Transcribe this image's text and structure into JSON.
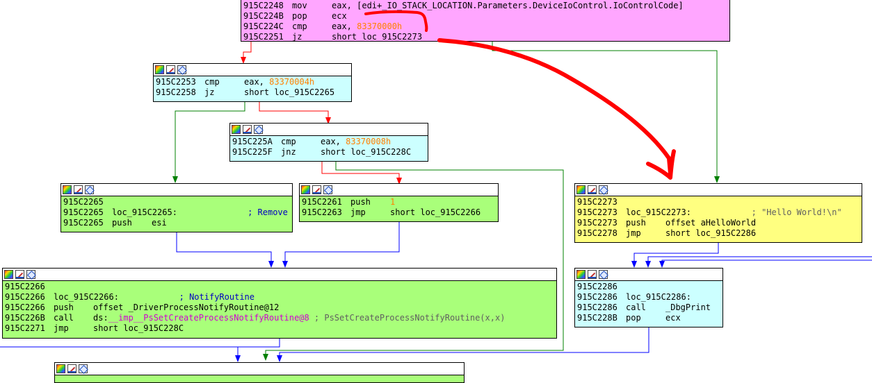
{
  "nodes": {
    "n_top": {
      "lines": [
        {
          "addr": "915C2248",
          "mn": "mov",
          "ops": [
            {
              "t": "eax, [edi+_IO_STACK_LOCATION.Parameters.DeviceIoControl.IoControlCode]",
              "c": ""
            }
          ]
        },
        {
          "addr": "915C224B",
          "mn": "pop",
          "ops": [
            {
              "t": "ecx",
              "c": ""
            }
          ]
        },
        {
          "addr": "915C224C",
          "mn": "cmp",
          "ops": [
            {
              "t": "eax, ",
              "c": ""
            },
            {
              "t": "83370000h",
              "c": "orange"
            }
          ]
        },
        {
          "addr": "915C2251",
          "mn": "jz",
          "ops": [
            {
              "t": "short loc_915C2273",
              "c": ""
            }
          ]
        }
      ]
    },
    "n_2253": {
      "lines": [
        {
          "addr": "915C2253",
          "mn": "cmp",
          "ops": [
            {
              "t": "eax, ",
              "c": ""
            },
            {
              "t": "83370004h",
              "c": "orange"
            }
          ]
        },
        {
          "addr": "915C2258",
          "mn": "jz",
          "ops": [
            {
              "t": "short loc_915C2265",
              "c": ""
            }
          ]
        }
      ]
    },
    "n_225A": {
      "lines": [
        {
          "addr": "915C225A",
          "mn": "cmp",
          "ops": [
            {
              "t": "eax, ",
              "c": ""
            },
            {
              "t": "83370008h",
              "c": "orange"
            }
          ]
        },
        {
          "addr": "915C225F",
          "mn": "jnz",
          "ops": [
            {
              "t": "short loc_915C228C",
              "c": ""
            }
          ]
        }
      ]
    },
    "n_2265": {
      "lines": [
        {
          "addr": "915C2265",
          "mn": "",
          "ops": []
        },
        {
          "addr": "915C2265",
          "mn": "loc_915C2265:",
          "ops": [
            {
              "t": "              ",
              "c": ""
            },
            {
              "t": "; Remove",
              "c": "blue"
            }
          ]
        },
        {
          "addr": "915C2265",
          "mn": "push",
          "ops": [
            {
              "t": "esi",
              "c": ""
            }
          ]
        }
      ]
    },
    "n_2261": {
      "lines": [
        {
          "addr": "915C2261",
          "mn": "push",
          "ops": [
            {
              "t": "1",
              "c": "orange"
            }
          ]
        },
        {
          "addr": "915C2263",
          "mn": "jmp",
          "ops": [
            {
              "t": "short loc_915C2266",
              "c": ""
            }
          ]
        }
      ]
    },
    "n_2273": {
      "lines": [
        {
          "addr": "915C2273",
          "mn": "",
          "ops": []
        },
        {
          "addr": "915C2273",
          "mn": "loc_915C2273:",
          "ops": [
            {
              "t": "            ",
              "c": ""
            },
            {
              "t": "; \"Hello World!\\n\"",
              "c": "gray"
            }
          ]
        },
        {
          "addr": "915C2273",
          "mn": "push",
          "ops": [
            {
              "t": "offset aHelloWorld",
              "c": ""
            }
          ]
        },
        {
          "addr": "915C2278",
          "mn": "jmp",
          "ops": [
            {
              "t": "short loc_915C2286",
              "c": ""
            }
          ]
        }
      ]
    },
    "n_2266": {
      "lines": [
        {
          "addr": "915C2266",
          "mn": "",
          "ops": []
        },
        {
          "addr": "915C2266",
          "mn": "loc_915C2266:",
          "ops": [
            {
              "t": "            ",
              "c": ""
            },
            {
              "t": "; NotifyRoutine",
              "c": "blue"
            }
          ]
        },
        {
          "addr": "915C2266",
          "mn": "push",
          "ops": [
            {
              "t": "offset _DriverProcessNotifyRoutine@12",
              "c": ""
            }
          ]
        },
        {
          "addr": "915C226B",
          "mn": "call",
          "ops": [
            {
              "t": "ds:",
              "c": ""
            },
            {
              "t": "__imp__PsSetCreateProcessNotifyRoutine@8",
              "c": "mag"
            },
            {
              "t": " ; PsSetCreateProcessNotifyRoutine(x,x)",
              "c": "gray"
            }
          ]
        },
        {
          "addr": "915C2271",
          "mn": "jmp",
          "ops": [
            {
              "t": "short loc_915C228C",
              "c": ""
            }
          ]
        }
      ]
    },
    "n_2286": {
      "lines": [
        {
          "addr": "915C2286",
          "mn": "",
          "ops": []
        },
        {
          "addr": "915C2286",
          "mn": "loc_915C2286:",
          "ops": []
        },
        {
          "addr": "915C2286",
          "mn": "call",
          "ops": [
            {
              "t": "_DbgPrint",
              "c": ""
            }
          ]
        },
        {
          "addr": "915C228B",
          "mn": "pop",
          "ops": [
            {
              "t": "ecx",
              "c": ""
            }
          ]
        }
      ]
    },
    "n_228C": {
      "lines": []
    }
  },
  "colors": {
    "edge_true": "#008000",
    "edge_false": "#ff0000",
    "edge_uncond": "#0000ff",
    "annotation": "#ff0000"
  }
}
